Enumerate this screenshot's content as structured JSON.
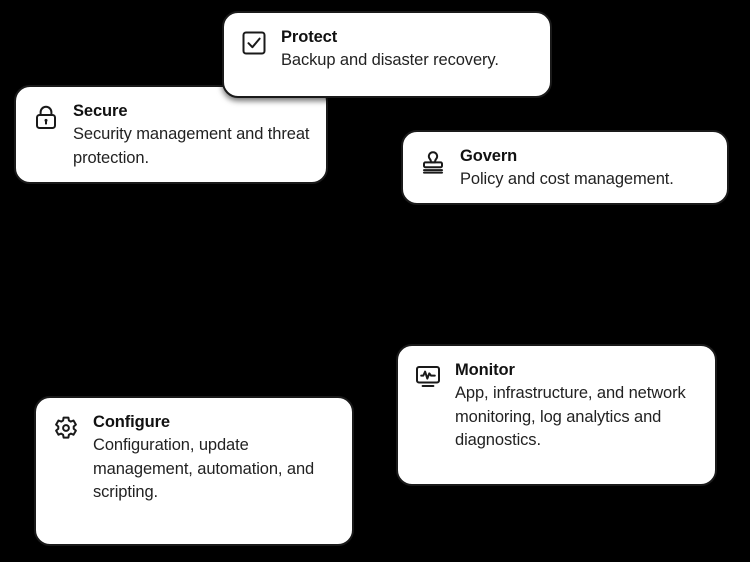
{
  "background_color": "#000000",
  "card_style": {
    "fill": "#ffffff",
    "border_color": "#1a1a1a",
    "title_color": "#111111",
    "description_color": "#222222"
  },
  "cards": [
    {
      "id": "protect",
      "icon": "checkbox-checked-icon",
      "title": "Protect",
      "description": "Backup and disaster recovery."
    },
    {
      "id": "secure",
      "icon": "lock-icon",
      "title": "Secure",
      "description": "Security management and threat protection."
    },
    {
      "id": "govern",
      "icon": "stamp-icon",
      "title": "Govern",
      "description": "Policy and cost management."
    },
    {
      "id": "monitor",
      "icon": "monitor-pulse-icon",
      "title": "Monitor",
      "description": "App, infrastructure, and network monitoring, log analytics and diagnostics."
    },
    {
      "id": "configure",
      "icon": "gear-icon",
      "title": "Configure",
      "description": "Configuration, update management, automation, and scripting."
    }
  ]
}
